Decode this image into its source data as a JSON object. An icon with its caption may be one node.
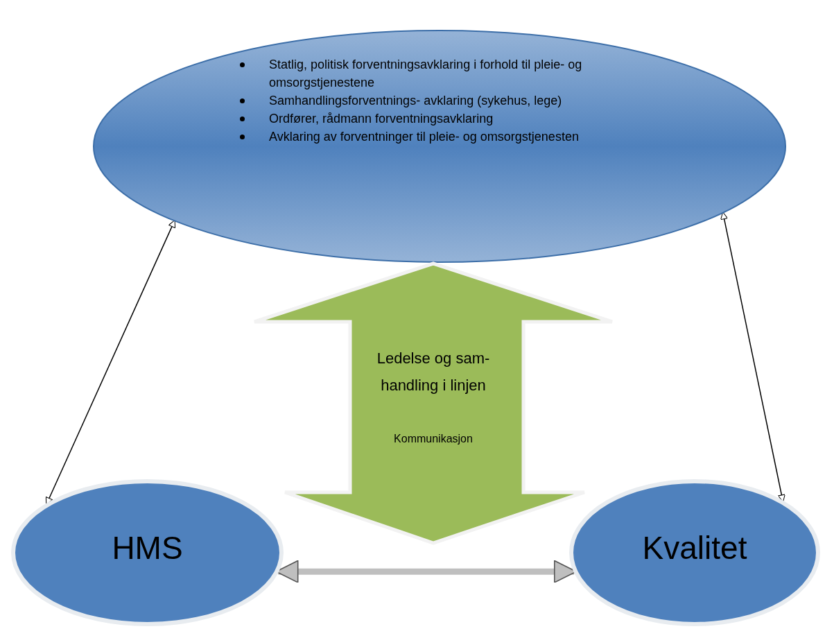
{
  "diagram": {
    "nodes": [
      {
        "text": [
          "Statlig, politisk forventningsavklaring i forhold til pleie- og omsorgstjenestene",
          "Samhandlingsforventnings- avklaring (sykehus, lege)",
          "Ordfører, rådmann forventningsavklaring",
          "Avklaring av forventninger til pleie- og omsorgstjenesten"
        ]
      },
      {
        "text": [
          "Ledelse og sam- handling i linjen",
          "Kommunikasjon"
        ]
      },
      {
        "text": [
          "HMS"
        ]
      },
      {
        "text": [
          "Kvalitet"
        ]
      }
    ],
    "edges": [
      {
        "from": 2,
        "to": 0,
        "arrow": "both"
      },
      {
        "from": 3,
        "to": 0,
        "arrow": "both"
      },
      {
        "from": 2,
        "to": 3,
        "arrow": "both",
        "style": "thick",
        "color": "#bfbfbf"
      }
    ]
  }
}
